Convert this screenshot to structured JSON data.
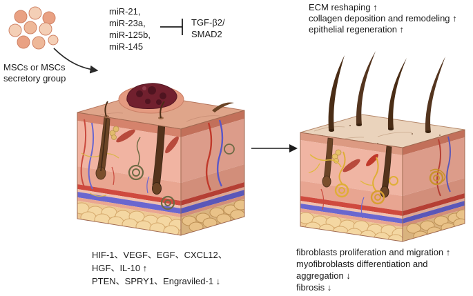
{
  "colors": {
    "text-color": "#1b1b1b",
    "arrow-color": "#2a2a2a",
    "skin-top": "#dfa58a",
    "healed-top": "#ead3bc",
    "skin-front": "#f1b4a2",
    "epidermis": "#d5836c",
    "wound-clot": "#71202e",
    "wound-halo": "#e49a80",
    "vessel-red": "#cf4a3e",
    "vessel-blue": "#6a67cf",
    "hair-brown": "#4a2d16",
    "muscle-red": "#b84a3c",
    "gland-olive": "#6f6b45",
    "nerve-yellow": "#dfae36",
    "fat-yellow": "#f4d7a2",
    "cell-salmon": "#e9a183",
    "cell-light": "#f4cfb6"
  },
  "diagram": {
    "msc_group_label": [
      "MSCs or MSCs",
      "secretory group"
    ],
    "mirna_list": [
      "miR-21,",
      "miR-23a,",
      "miR-125b,",
      "miR-145"
    ],
    "inhibited_pathway": [
      "TGF-β2/",
      "SMAD2"
    ],
    "top_right_effects": [
      "ECM reshaping ↑",
      "collagen deposition and remodeling ↑",
      "epithelial regeneration ↑"
    ],
    "secreted_factors": [
      "HIF-1、VEGF、EGF、CXCL12、",
      "HGF、IL-10 ↑",
      "PTEN、SPRY1、Engraviled-1 ↓"
    ],
    "bottom_right_effects": [
      "fibroblasts proliferation and migration ↑",
      "myofibroblasts differentiation and",
      "aggregation ↓",
      "fibrosis ↓"
    ]
  }
}
